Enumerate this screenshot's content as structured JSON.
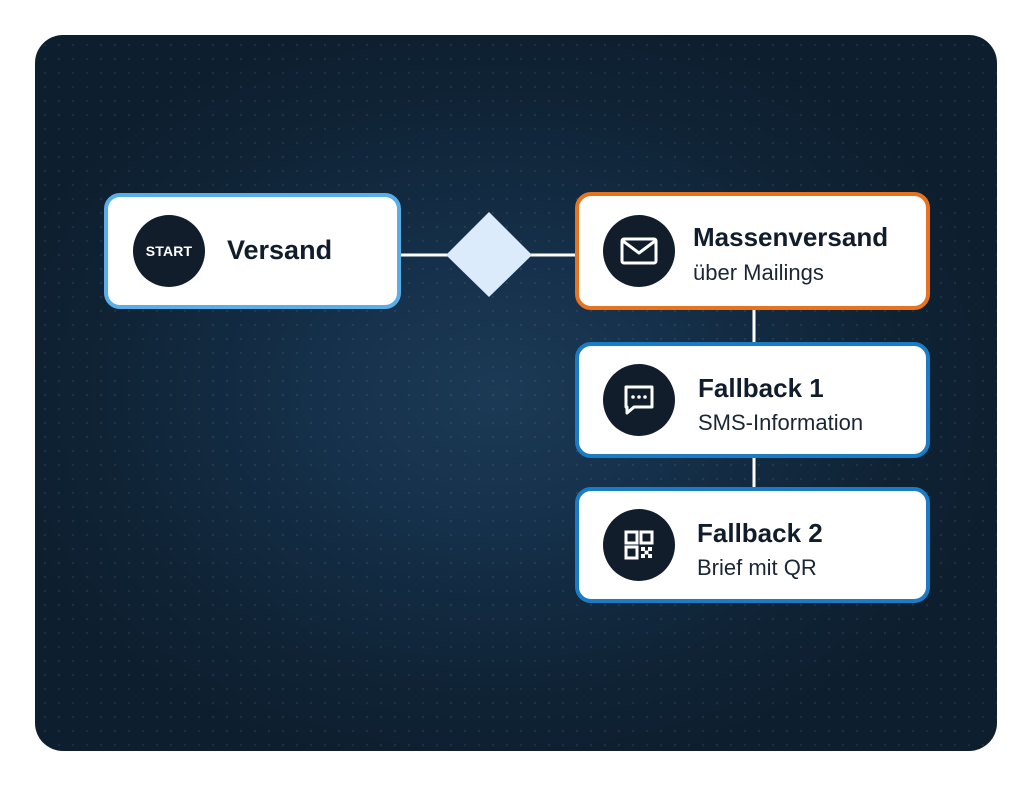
{
  "diagram": {
    "start_node": {
      "badge": "START",
      "title": "Versand",
      "border_color": "#5aaee8"
    },
    "decision": {
      "shape": "diamond",
      "color": "#dcebfb"
    },
    "primary_node": {
      "icon": "mail-icon",
      "title": "Massenversand",
      "subtitle": "über Mailings",
      "border_color": "#e8731e"
    },
    "fallbacks": [
      {
        "icon": "chat-dots-icon",
        "title": "Fallback 1",
        "subtitle": "SMS-Information",
        "border_color": "#1a7cc4"
      },
      {
        "icon": "qr-code-icon",
        "title": "Fallback 2",
        "subtitle": "Brief mit QR",
        "border_color": "#1a7cc4"
      }
    ],
    "colors": {
      "background": "#13293d",
      "icon_circle": "#111d2b",
      "connector": "#ffffff"
    }
  }
}
